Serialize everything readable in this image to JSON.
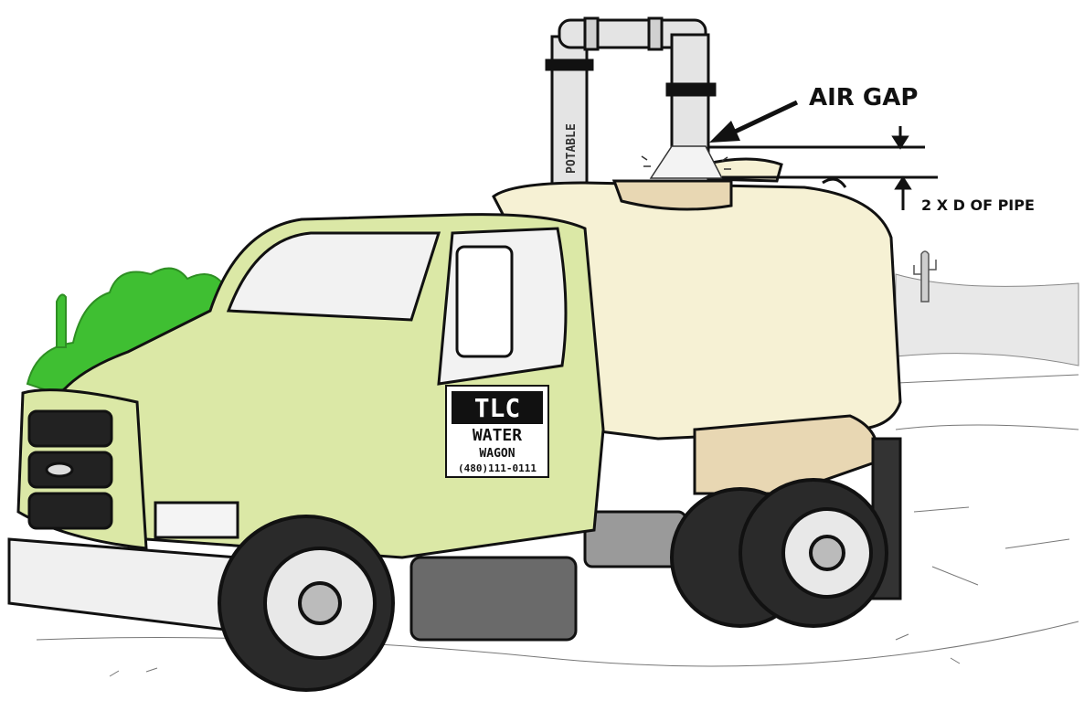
{
  "annotations": {
    "air_gap": "AIR GAP",
    "dimension": "2 X D OF PIPE"
  },
  "pipe_label": "POTABLE",
  "door_sign": {
    "line1": "TLC",
    "line2": "WATER",
    "line3": "WAGON",
    "line4": "(480)111-0111"
  },
  "colors": {
    "cab": "#dbe8a6",
    "tank": "#f6f1d4",
    "fender_band": "#e8d7b3",
    "bush": "#3fbf32",
    "pipe": "#e4e4e4",
    "ink": "#111111"
  }
}
